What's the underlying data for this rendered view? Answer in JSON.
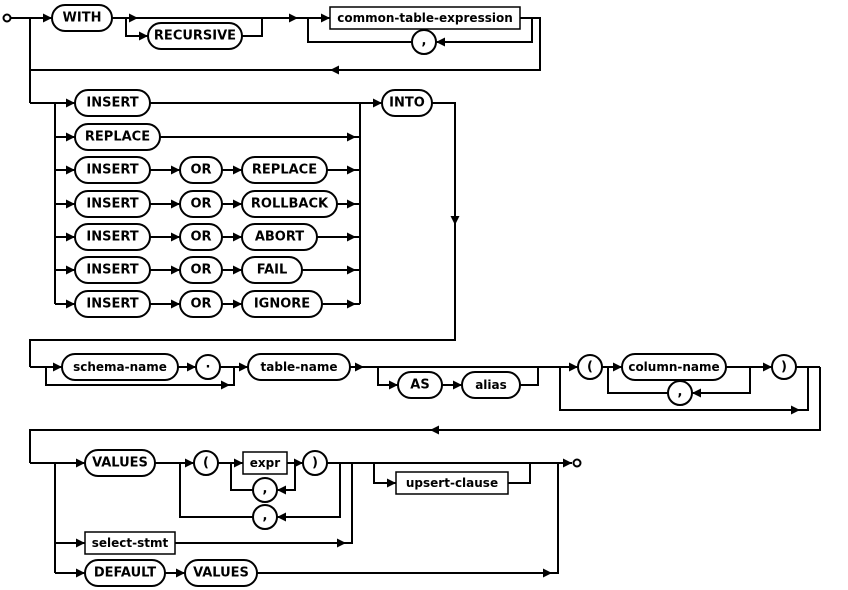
{
  "diagram": {
    "keywords": {
      "with": "WITH",
      "recursive": "RECURSIVE",
      "insert": "INSERT",
      "replace": "REPLACE",
      "or": "OR",
      "rollback": "ROLLBACK",
      "abort": "ABORT",
      "fail": "FAIL",
      "ignore": "IGNORE",
      "into": "INTO",
      "as": "AS",
      "values": "VALUES",
      "default": "DEFAULT"
    },
    "nonterminals": {
      "cte": "common-table-expression",
      "schema_name": "schema-name",
      "table_name": "table-name",
      "alias": "alias",
      "column_name": "column-name",
      "expr": "expr",
      "upsert_clause": "upsert-clause",
      "select_stmt": "select-stmt"
    },
    "punctuation": {
      "comma": ",",
      "dot": ".",
      "lparen": "(",
      "rparen": ")"
    },
    "colors": {
      "line": "#000000",
      "box_fill": "#ffffff",
      "background": "#ffffff"
    }
  }
}
